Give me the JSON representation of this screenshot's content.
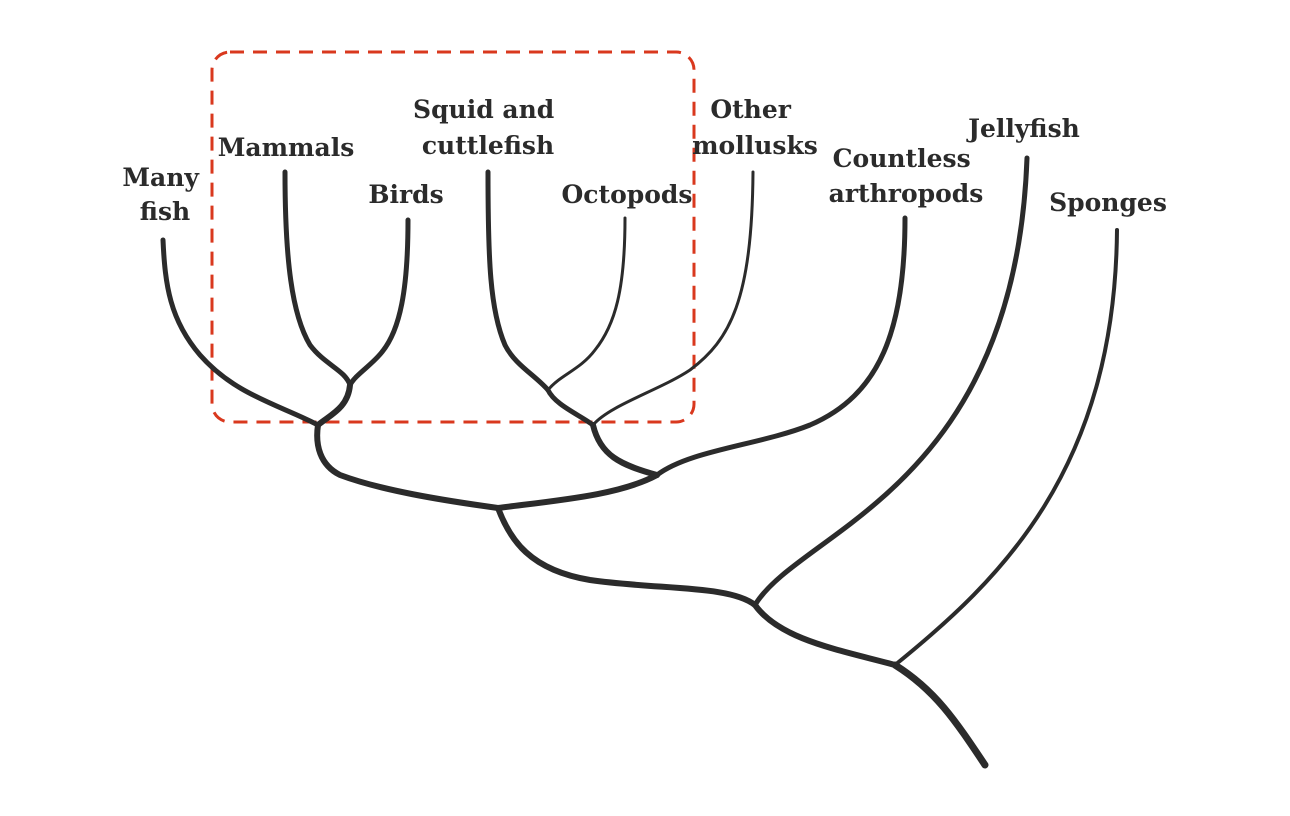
{
  "diagram": {
    "labels": {
      "many_fish": [
        "Many",
        "fish"
      ],
      "mammals": [
        "Mammals"
      ],
      "birds": [
        "Birds"
      ],
      "squid": [
        "Squid and",
        "cuttlefish"
      ],
      "octopods": [
        "Octopods"
      ],
      "other_mollusks": [
        "Other",
        "mollusks"
      ],
      "arthropods": [
        "Countless",
        "arthropods"
      ],
      "jellyfish": [
        "Jellyfish"
      ],
      "sponges": [
        "Sponges"
      ]
    },
    "colors": {
      "branch": "#2b2b2b",
      "highlight": "#d9381e"
    }
  }
}
